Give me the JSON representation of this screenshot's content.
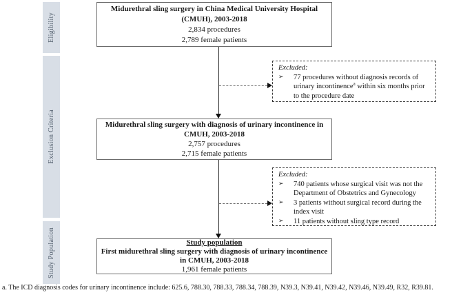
{
  "sidebar": {
    "sections": [
      {
        "label": "Eligibility"
      },
      {
        "label": "Exclusion Criteria"
      },
      {
        "label": "Study Population"
      }
    ]
  },
  "flow": {
    "eligibility_box": {
      "title_line1": "Midurethral sling surgery in China Medical University Hospital",
      "title_line2": "(CMUH), 2003-2018",
      "stat1": "2,834 procedures",
      "stat2": "2,789 female patients"
    },
    "excluded_box1": {
      "heading": "Excluded:",
      "bullet_glyph": "➢",
      "items": [
        {
          "pre": "77 procedures without diagnosis records of urinary incontinence",
          "sup": "a",
          "post": " within six months prior to the procedure date"
        }
      ]
    },
    "diagnosis_box": {
      "title_line1": "Midurethral sling surgery with diagnosis of urinary incontinence in",
      "title_line2": "CMUH, 2003-2018",
      "stat1": "2,757 procedures",
      "stat2": "2,715 female patients"
    },
    "excluded_box2": {
      "heading": "Excluded:",
      "bullet_glyph": "➢",
      "items": [
        {
          "text": "740 patients whose surgical visit was not the Department of Obstetrics and Gynecology"
        },
        {
          "text": "3 patients without surgical record during the index visit"
        },
        {
          "text": "11 patients without sling type record"
        }
      ]
    },
    "study_population_box": {
      "heading": "Study population",
      "title_line1": "First midurethral sling surgery with diagnosis of urinary incontinence",
      "title_line2": "in CMUH, 2003-2018",
      "stat1": "1,961 female patients"
    }
  },
  "footnote": "a. The ICD diagnosis codes for urinary incontinence include: 625.6, 788.30, 788.33, 788.34, 788.39, N39.3, N39.41, N39.42, N39.46, N39.49, R32, R39.81.",
  "colors": {
    "sidebar_bg": "#d8dee6",
    "sidebar_text": "#54606e",
    "box_border": "#6b6b6b",
    "dashed_border": "#3a3a3a"
  }
}
